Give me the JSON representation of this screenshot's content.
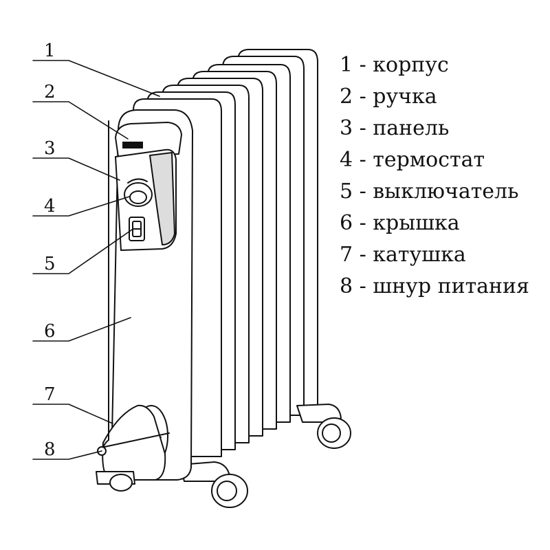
{
  "diagram": {
    "callouts": [
      "1",
      "2",
      "3",
      "4",
      "5",
      "6",
      "7",
      "8"
    ],
    "legend": [
      "1 - корпус",
      "2 - ручка",
      "3 - панель",
      "4 - термостат",
      "5 - выключатель",
      "6 - крышка",
      "7 - катушка",
      "8 - шнур питания"
    ]
  },
  "colors": {
    "line": "#111111",
    "background": "#ffffff"
  }
}
